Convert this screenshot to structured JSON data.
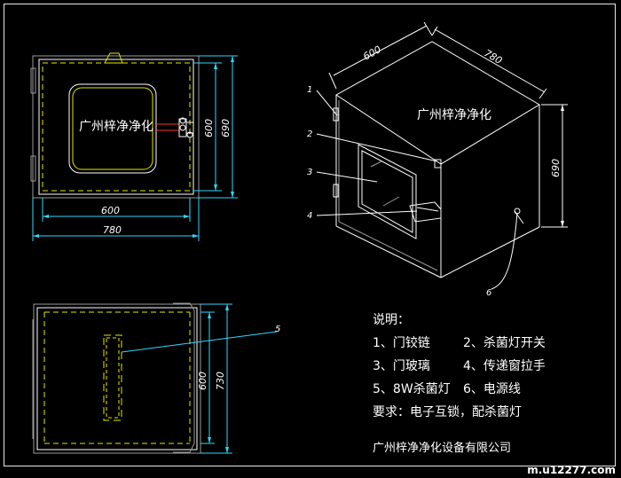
{
  "drawing": {
    "front_label": "广州梓净净化",
    "iso_label": "广州梓净净化",
    "dims": {
      "w600_front": "600",
      "w780_front": "780",
      "h600_front": "600",
      "h690_front": "690",
      "h600_plan": "600",
      "h730_plan": "730",
      "iso_600": "600",
      "iso_780": "780",
      "iso_690": "690"
    },
    "callouts": [
      "1",
      "2",
      "3",
      "4",
      "5",
      "6"
    ]
  },
  "notes": {
    "heading": "说明：",
    "items": [
      [
        "1、门铰链",
        "2、杀菌灯开关"
      ],
      [
        "3、门玻璃",
        "4、传递窗拉手"
      ],
      [
        "5、8W杀菌灯",
        "6、电源线"
      ]
    ],
    "requirement": "要求：电子互锁，配杀菌灯",
    "company": "广州梓净净化设备有限公司"
  },
  "watermark": "m.u12277.com",
  "colors": {
    "line": "#ffffff",
    "yellow": "#e6e600",
    "red": "#ff3030",
    "cyan": "#30d8ff",
    "gray": "#9a9a9a"
  }
}
